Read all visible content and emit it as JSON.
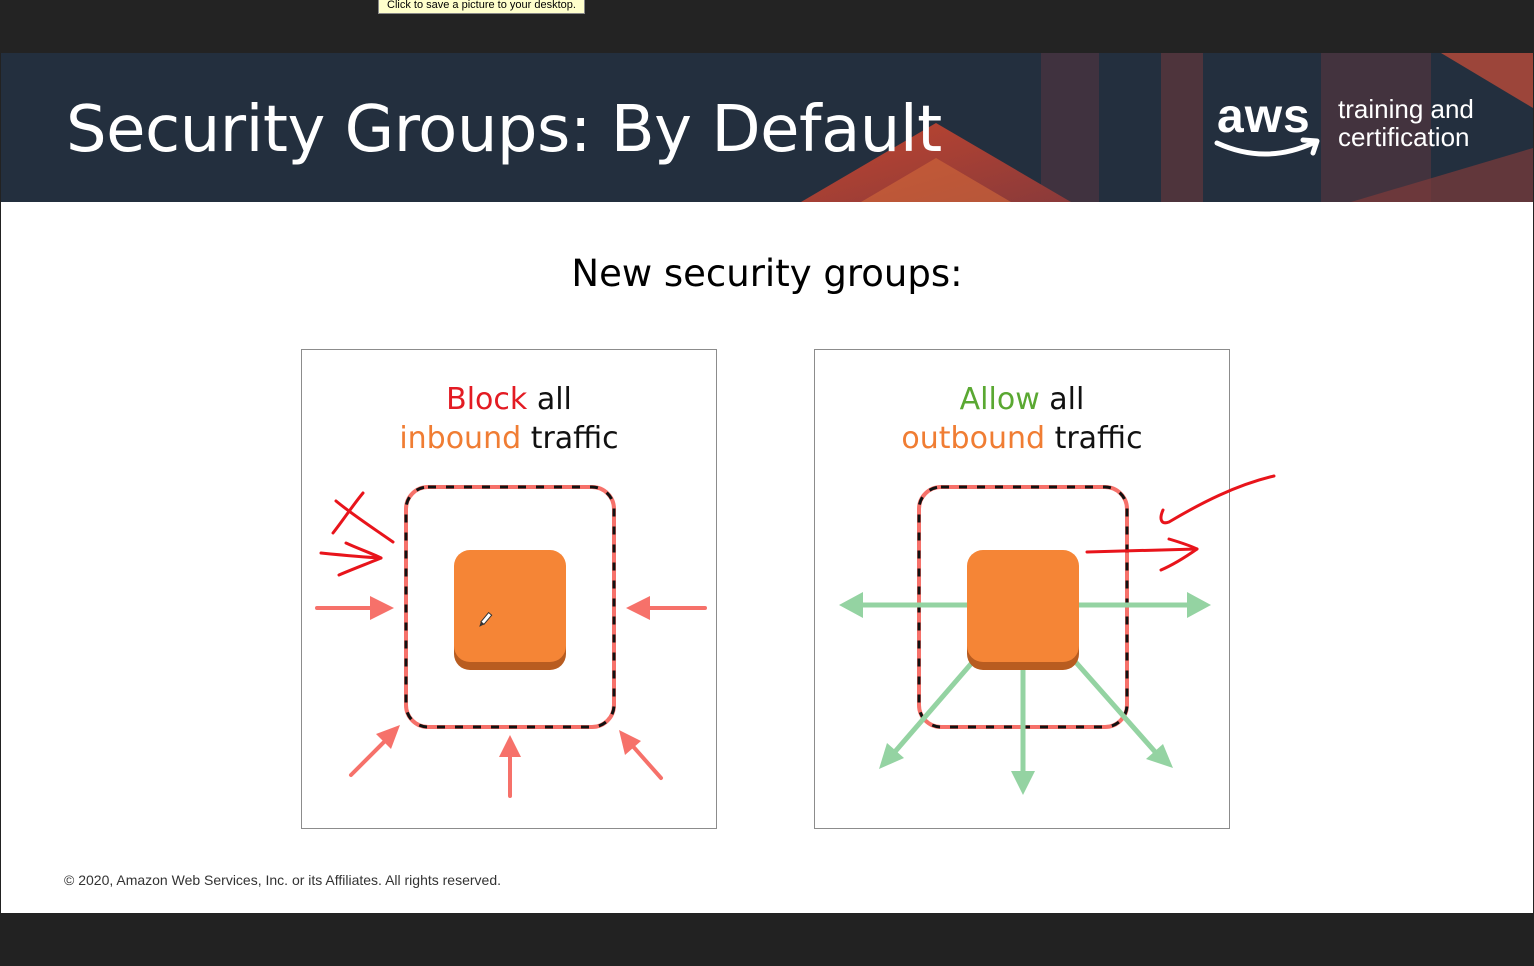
{
  "tooltip": "Click to save a picture to your desktop.",
  "slide": {
    "title": "Security Groups: By Default",
    "logo": {
      "wordmark": "aws",
      "line1": "training and",
      "line2": "certification"
    },
    "subtitle": "New security groups:",
    "panels": [
      {
        "word1": "Block",
        "word2": "all",
        "word3": "inbound",
        "word4": "traffic"
      },
      {
        "word1": "Allow",
        "word2": "all",
        "word3": "outbound",
        "word4": "traffic"
      }
    ],
    "footer": "© 2020, Amazon Web Services, Inc. or its Affiliates. All rights reserved."
  },
  "colors": {
    "header_bg": "#232f3e",
    "instance": "#f58536",
    "instance_shadow": "#b85c20",
    "inbound_arrow": "#f6716a",
    "outbound_arrow": "#94d3a2",
    "annotation": "#e8141b",
    "block": "#e31b23",
    "allow": "#5aa832",
    "traffic_dir": "#f07d33"
  },
  "icons": [
    "aws-smile-icon",
    "ec2-instance-icon",
    "security-group-boundary-icon",
    "arrow-icon",
    "pen-cursor-icon"
  ]
}
